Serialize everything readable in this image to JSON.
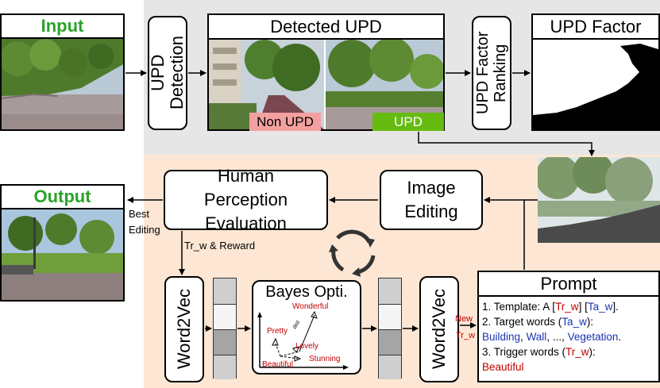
{
  "input": {
    "label": "Input"
  },
  "output": {
    "label": "Output"
  },
  "upd_detection": {
    "label": "UPD Detection"
  },
  "detected_upd": {
    "title": "Detected UPD",
    "non_upd_badge": "Non UPD",
    "upd_badge": "UPD"
  },
  "upd_factor_ranking": {
    "label": "UPD Factor Ranking"
  },
  "upd_factor": {
    "title": "UPD Factor"
  },
  "image_editing": {
    "label": "Image Editing"
  },
  "human_perception": {
    "label": "Human Perception Evaluation"
  },
  "best_editing": {
    "label": "Best Editing"
  },
  "tr_reward": {
    "label": "Tr_w & Reward"
  },
  "word2vec_left": {
    "label": "Word2Vec"
  },
  "word2vec_right": {
    "label": "Word2Vec"
  },
  "bayes": {
    "title": "Bayes Opti.",
    "words": [
      "Wonderful",
      "Pretty",
      "Lovely",
      "Beautiful",
      "Stunning"
    ],
    "dist_label": "dist"
  },
  "new_tr": {
    "line1": "New",
    "line2": "Tr_w"
  },
  "prompt": {
    "title": "Prompt",
    "l1_a": "1. Template: A [",
    "l1_b": "Tr_w",
    "l1_c": "] [",
    "l1_d": "Ta_w",
    "l1_e": "].",
    "l2_a": "2. Target words (",
    "l2_b": "Ta_w",
    "l2_c": "):",
    "l3_a": "Building",
    "l3_b": ", ",
    "l3_c": "Wall",
    "l3_d": ", ..., ",
    "l3_e": "Vegetation",
    "l3_f": ".",
    "l4_a": "3. Trigger words (",
    "l4_b": "Tr_w",
    "l4_c": "):",
    "l5": "Beautiful"
  },
  "colors": {
    "green": "#2aa32a",
    "red": "#c00000",
    "blue": "#1a33b3",
    "top_panel": "#e6e6e6",
    "bottom_panel": "#fde7d4",
    "upd_green": "#66bb11",
    "non_upd_pink": "#f4a0a0"
  }
}
